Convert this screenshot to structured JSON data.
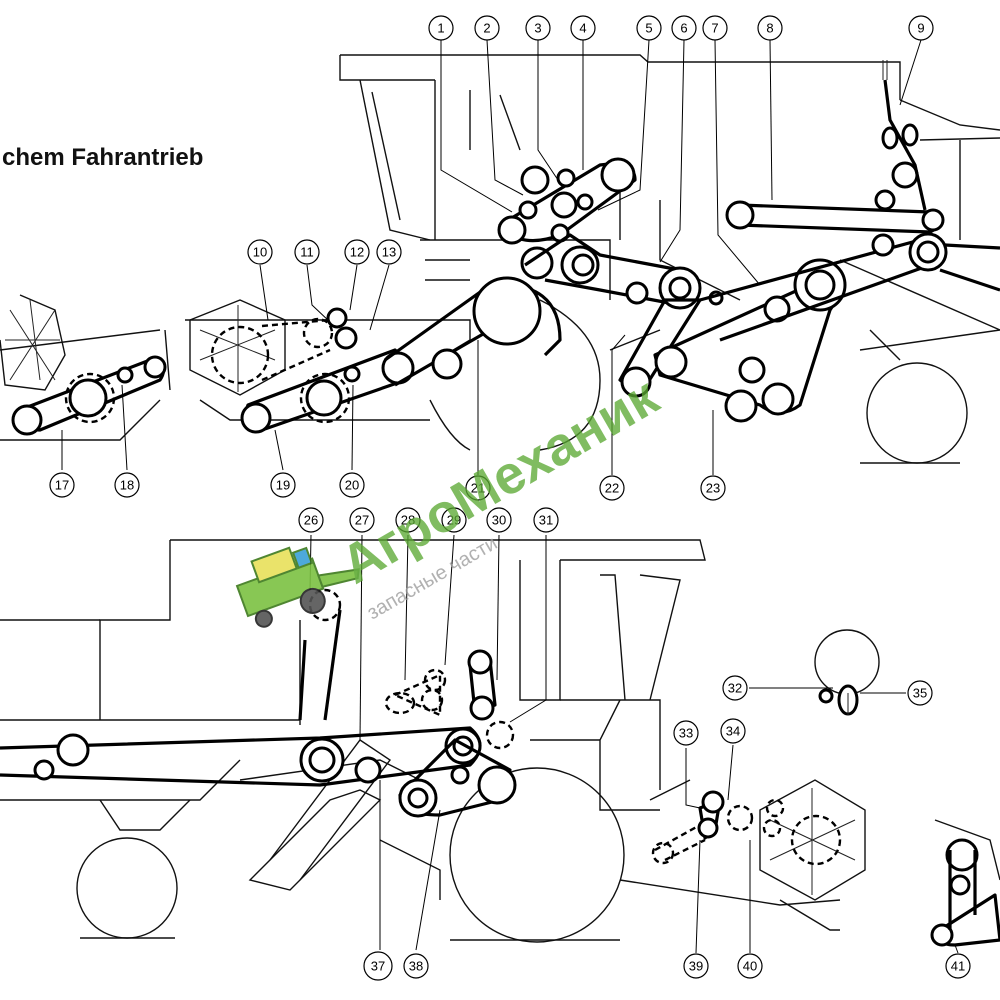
{
  "title": "chem Fahrantrieb",
  "highlight_color": "#a8c838",
  "watermark": {
    "brand": "АгроМеханик",
    "subtitle": "запасные части",
    "color": "#5aa832"
  },
  "callouts": [
    {
      "label": "1"
    },
    {
      "label": "2"
    },
    {
      "label": "3"
    },
    {
      "label": "4"
    },
    {
      "label": "5"
    },
    {
      "label": "6"
    },
    {
      "label": "7"
    },
    {
      "label": "8"
    },
    {
      "label": "9"
    },
    {
      "label": "10"
    },
    {
      "label": "11"
    },
    {
      "label": "12"
    },
    {
      "label": "13"
    },
    {
      "label": "17"
    },
    {
      "label": "18"
    },
    {
      "label": "19"
    },
    {
      "label": "20"
    },
    {
      "label": "21"
    },
    {
      "label": "22"
    },
    {
      "label": "23"
    },
    {
      "label": "26"
    },
    {
      "label": "27"
    },
    {
      "label": "28"
    },
    {
      "label": "29"
    },
    {
      "label": "30"
    },
    {
      "label": "31"
    },
    {
      "label": "32"
    },
    {
      "label": "35"
    },
    {
      "label": "33"
    },
    {
      "label": "34"
    },
    {
      "label": "37",
      "highlighted": true
    },
    {
      "label": "38"
    },
    {
      "label": "39"
    },
    {
      "label": "40"
    },
    {
      "label": "41"
    }
  ]
}
